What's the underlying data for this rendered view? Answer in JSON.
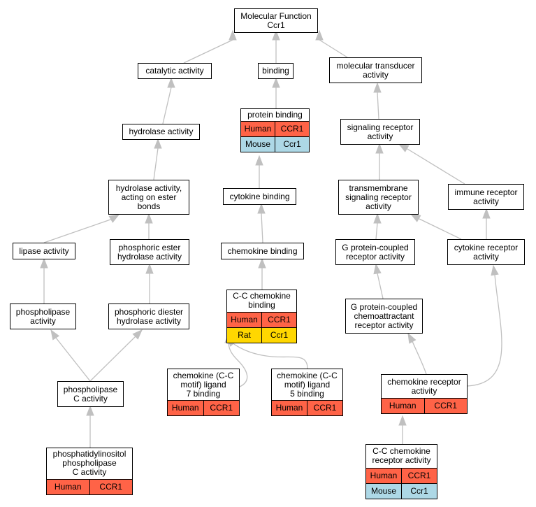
{
  "colors": {
    "edge": "#c0c0c0",
    "human": "#ff6347",
    "mouse": "#add8e6",
    "rat": "#ffd700"
  },
  "nodes": {
    "root": {
      "label": "Molecular Function\nCcr1"
    },
    "catalytic": {
      "label": "catalytic activity"
    },
    "binding": {
      "label": "binding"
    },
    "transducer": {
      "label": "molecular transducer\nactivity"
    },
    "hydrolase": {
      "label": "hydrolase activity"
    },
    "protein_binding": {
      "label": "protein binding",
      "annotations": [
        {
          "species": "Human",
          "gene": "CCR1",
          "color": "#ff6347"
        },
        {
          "species": "Mouse",
          "gene": "Ccr1",
          "color": "#add8e6"
        }
      ]
    },
    "signaling_receptor": {
      "label": "signaling receptor\nactivity"
    },
    "hydrolase_ester": {
      "label": "hydrolase activity,\nacting on ester\nbonds"
    },
    "cytokine_binding": {
      "label": "cytokine binding"
    },
    "transmembrane": {
      "label": "transmembrane\nsignaling receptor\nactivity"
    },
    "immune_receptor": {
      "label": "immune receptor\nactivity"
    },
    "lipase": {
      "label": "lipase activity"
    },
    "phosphoric_ester": {
      "label": "phosphoric ester\nhydrolase activity"
    },
    "chemokine_binding": {
      "label": "chemokine binding"
    },
    "gpcr": {
      "label": "G protein-coupled\nreceptor activity"
    },
    "cytokine_receptor": {
      "label": "cytokine receptor\nactivity"
    },
    "cc_chemokine_binding": {
      "label": "C-C chemokine\nbinding",
      "annotations": [
        {
          "species": "Human",
          "gene": "CCR1",
          "color": "#ff6347"
        },
        {
          "species": "Rat",
          "gene": "Ccr1",
          "color": "#ffd700"
        }
      ]
    },
    "phospholipase": {
      "label": "phospholipase\nactivity"
    },
    "phosphoric_diester": {
      "label": "phosphoric diester\nhydrolase activity"
    },
    "gpcr_chemo": {
      "label": "G protein-coupled\nchemoattractant\nreceptor activity"
    },
    "ccl7": {
      "label": "chemokine (C-C\nmotif) ligand\n7 binding",
      "annotations": [
        {
          "species": "Human",
          "gene": "CCR1",
          "color": "#ff6347"
        }
      ]
    },
    "ccl5": {
      "label": "chemokine (C-C\nmotif) ligand\n5 binding",
      "annotations": [
        {
          "species": "Human",
          "gene": "CCR1",
          "color": "#ff6347"
        }
      ]
    },
    "chemokine_receptor": {
      "label": "chemokine receptor\nactivity",
      "annotations": [
        {
          "species": "Human",
          "gene": "CCR1",
          "color": "#ff6347"
        }
      ]
    },
    "phospholipase_c": {
      "label": "phospholipase\nC activity"
    },
    "pi_phospholipase_c": {
      "label": "phosphatidylinositol\nphospholipase\nC activity",
      "annotations": [
        {
          "species": "Human",
          "gene": "CCR1",
          "color": "#ff6347"
        }
      ]
    },
    "cc_chemokine_receptor": {
      "label": "C-C chemokine\nreceptor activity",
      "annotations": [
        {
          "species": "Human",
          "gene": "CCR1",
          "color": "#ff6347"
        },
        {
          "species": "Mouse",
          "gene": "Ccr1",
          "color": "#add8e6"
        }
      ]
    }
  },
  "edges": [
    [
      "catalytic",
      "root"
    ],
    [
      "binding",
      "root"
    ],
    [
      "transducer",
      "root"
    ],
    [
      "hydrolase",
      "catalytic"
    ],
    [
      "protein_binding",
      "binding"
    ],
    [
      "signaling_receptor",
      "transducer"
    ],
    [
      "hydrolase_ester",
      "hydrolase"
    ],
    [
      "cytokine_binding",
      "protein_binding"
    ],
    [
      "transmembrane",
      "signaling_receptor"
    ],
    [
      "immune_receptor",
      "signaling_receptor"
    ],
    [
      "lipase",
      "hydrolase_ester"
    ],
    [
      "phosphoric_ester",
      "hydrolase_ester"
    ],
    [
      "chemokine_binding",
      "cytokine_binding"
    ],
    [
      "gpcr",
      "transmembrane"
    ],
    [
      "cytokine_receptor",
      "transmembrane"
    ],
    [
      "cytokine_receptor",
      "immune_receptor"
    ],
    [
      "cc_chemokine_binding",
      "chemokine_binding"
    ],
    [
      "phospholipase",
      "lipase"
    ],
    [
      "phosphoric_diester",
      "phosphoric_ester"
    ],
    [
      "gpcr_chemo",
      "gpcr"
    ],
    [
      "ccl7",
      "cc_chemokine_binding"
    ],
    [
      "ccl5",
      "cc_chemokine_binding"
    ],
    [
      "chemokine_receptor",
      "gpcr_chemo"
    ],
    [
      "chemokine_receptor",
      "cytokine_receptor"
    ],
    [
      "phospholipase_c",
      "phospholipase"
    ],
    [
      "phospholipase_c",
      "phosphoric_diester"
    ],
    [
      "pi_phospholipase_c",
      "phospholipase_c"
    ],
    [
      "cc_chemokine_receptor",
      "chemokine_receptor"
    ]
  ]
}
